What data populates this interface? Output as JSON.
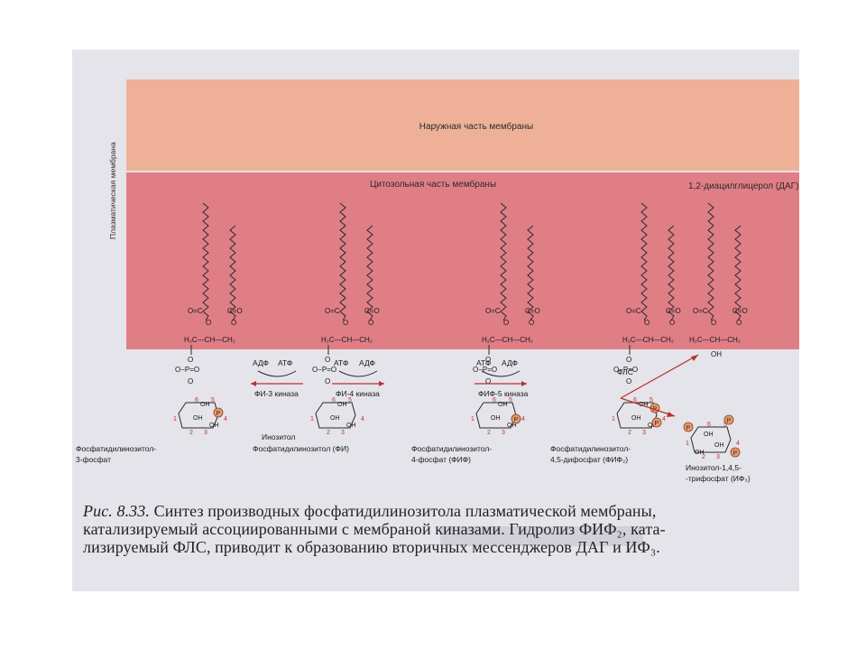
{
  "membrane": {
    "side_label": "Плазматическая мембрана",
    "outer_label": "Наружная часть мембраны",
    "cytosol_label": "Цитозольная часть мембраны",
    "dag_label": "1,2-диацилглицерол (ДАГ)"
  },
  "molecules": [
    {
      "label_line1": "Фосфатидилинозитол-",
      "label_line2": "3-фосфат"
    },
    {
      "label_line1": "Фосфатидилинозитол (ФИ)",
      "label_line2": "",
      "ring_label": "Инозитол"
    },
    {
      "label_line1": "Фосфатидилинозитол-",
      "label_line2": "4-фосфат (ФИФ)"
    },
    {
      "label_line1": "Фосфатидилинозитол-",
      "label_line2": "4,5-дифосфат (ФИФ₂)"
    }
  ],
  "reactions": [
    {
      "left": "АДФ",
      "right": "АТФ",
      "enzyme": "ФИ-3 киназа"
    },
    {
      "left": "АТФ",
      "right": "АДФ",
      "enzyme": "ФИ-4 киназа"
    },
    {
      "left": "АТФ",
      "right": "АДФ",
      "enzyme": "ФИФ-5 киназа"
    }
  ],
  "hydrolysis": {
    "enzyme": "ФЛС"
  },
  "ip3": {
    "label_line1": "Инозитол-1,4,5-",
    "label_line2": "-трифосфат (ИФ₃)"
  },
  "chem": {
    "ester": "O=C",
    "ester_right": "C=O",
    "backbone": "H₂C—CH—CH₂",
    "phosphate": "O−P=O",
    "oh": "OH",
    "p": "P",
    "o": "O"
  },
  "caption": {
    "figure": "Рис. 8.33.",
    "line1": "Синтез производных фосфатидилинозитола плазматической мембраны,",
    "line2": "катализируемый ассоциированными с мембраной киназами. Гидролиз ФИФ₂, ката-",
    "line3": "лизируемый ФЛС, приводит к образованию вторичных мессенджеров ДАГ и ИФ₃."
  },
  "colors": {
    "outer_band": "#eeb197",
    "cytosol_band": "#e07e86",
    "ring_numbers": "#c0302a",
    "phosphate_circle": "#e0a070",
    "arrow": "#b83030"
  }
}
